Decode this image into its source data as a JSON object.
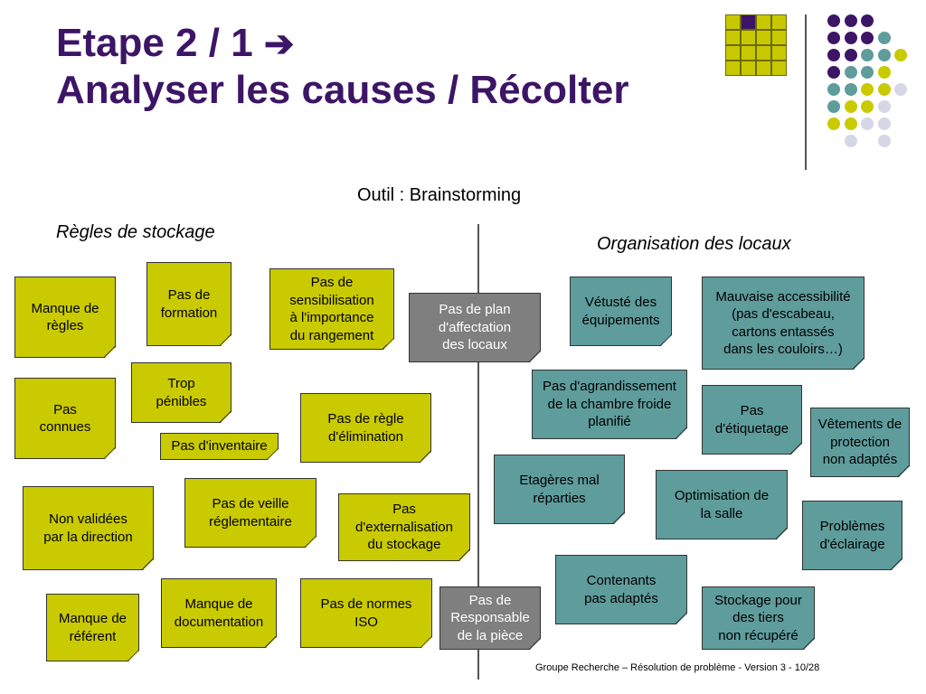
{
  "title": {
    "line1": "Etape 2 / 1",
    "arrow": "➔",
    "line2": "Analyser les causes / Récolter"
  },
  "subtitle": "Outil : Brainstorming",
  "sections": {
    "left": "Règles de stockage",
    "right": "Organisation des locaux"
  },
  "colors": {
    "title": "#3d1566",
    "yellow_note": "#caca00",
    "teal_note": "#5f9c9c",
    "gray_note": "#7f7f7f",
    "dot_purple": "#3d1566",
    "dot_teal": "#5f9c9c",
    "dot_yellow": "#caca00",
    "dot_lavender": "#d6d6e6"
  },
  "notes": {
    "left": [
      "Manque de\nrègles",
      "Pas de\nformation",
      "Pas de\nsensibilisation\nà l'importance\ndu rangement",
      "Trop\npénibles",
      "Pas\nconnues",
      "Pas d'inventaire",
      "Pas de règle\nd'élimination",
      "Non validées\npar la direction",
      "Pas de veille\nréglementaire",
      "Pas\nd'externalisation\ndu stockage",
      "Manque de\nréférent",
      "Manque de\ndocumentation",
      "Pas de normes\nISO"
    ],
    "center": [
      "Pas de plan\nd'affectation\ndes locaux",
      "Pas de\nResponsable\nde la pièce"
    ],
    "right": [
      "Vétusté des\néquipements",
      "Mauvaise accessibilité\n(pas d'escabeau,\ncartons entassés\ndans les couloirs…)",
      "Pas d'agrandissement\nde la chambre froide\nplanifié",
      "Pas\nd'étiquetage",
      "Vêtements de\nprotection\nnon adaptés",
      "Etagères mal\nréparties",
      "Optimisation de\nla salle",
      "Problèmes\nd'éclairage",
      "Contenants\npas adaptés",
      "Stockage pour\ndes tiers\nnon récupéré"
    ]
  },
  "footer": "Groupe Recherche – Résolution de problème - Version 3  - 10/28"
}
